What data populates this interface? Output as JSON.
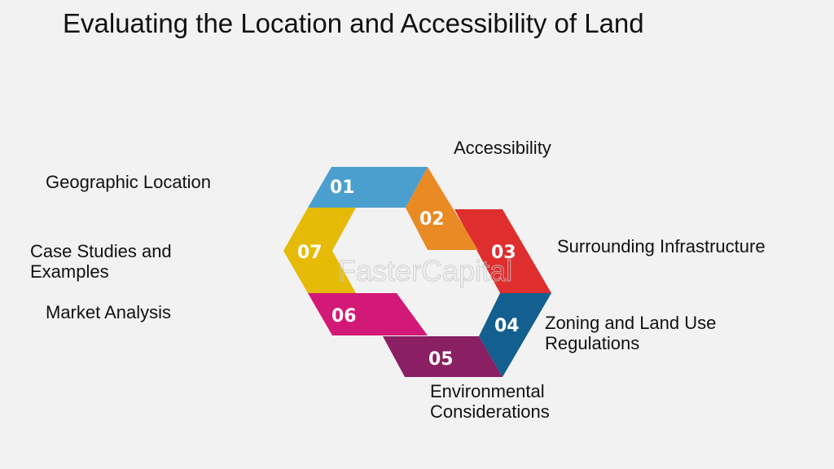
{
  "title": "Evaluating the Location and Accessibility of Land",
  "watermark": "FasterCapital",
  "steps": [
    {
      "num": "01",
      "label": "Geographic Location",
      "color": "#4a9fce"
    },
    {
      "num": "02",
      "label": "Accessibility",
      "color": "#e98a25"
    },
    {
      "num": "03",
      "label": "Surrounding Infrastructure",
      "color": "#df2e2e"
    },
    {
      "num": "04",
      "label_line1": "Zoning and Land Use",
      "label_line2": "Regulations",
      "color": "#135f8f"
    },
    {
      "num": "05",
      "label_line1": "Environmental",
      "label_line2": "Considerations",
      "color": "#8a1f63"
    },
    {
      "num": "06",
      "label": "Market Analysis",
      "color": "#d31978"
    },
    {
      "num": "07",
      "label_line1": "Case Studies and",
      "label_line2": "Examples",
      "color": "#e6bb07"
    }
  ]
}
